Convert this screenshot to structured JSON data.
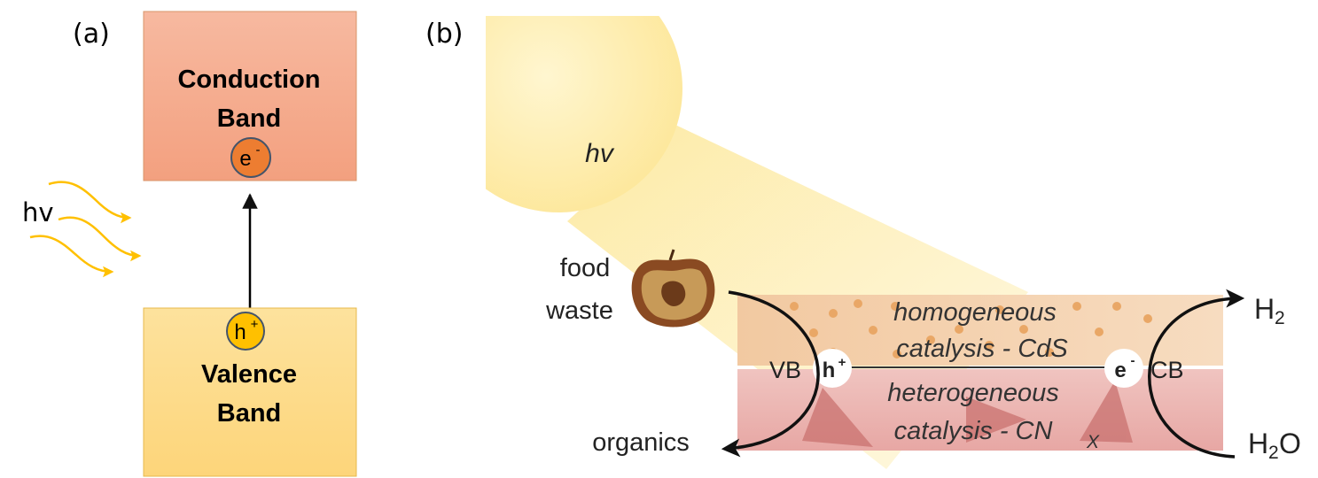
{
  "panel_a": {
    "label": "(a)",
    "conduction_band": {
      "line1": "Conduction",
      "line2": "Band"
    },
    "valence_band": {
      "line1": "Valence",
      "line2": "Band"
    },
    "electron": {
      "base": "e",
      "sup": "-"
    },
    "hole": {
      "base": "h",
      "sup": "+"
    },
    "photon_label": "hv"
  },
  "panel_b": {
    "label": "(b)",
    "sun_label": "hv",
    "food_waste": {
      "line1": "food",
      "line2": "waste"
    },
    "organics": "organics",
    "h2": {
      "base": "H",
      "sub": "2"
    },
    "h2o": {
      "base": "H",
      "sub": "2",
      "tail": "O"
    },
    "vb": "VB",
    "cb": "CB",
    "hole": {
      "base": "h",
      "sup": "+"
    },
    "electron": {
      "base": "e",
      "sup": "-"
    },
    "homogeneous": {
      "line1": "homogeneous",
      "line2": "catalysis - CdS"
    },
    "heterogeneous": {
      "line1": "heterogeneous",
      "line2_base": "catalysis - CN",
      "line2_sub": "X"
    }
  },
  "colors": {
    "conduction_band": "#f4a585",
    "valence_band": "#fddb8a",
    "electron_fill": "#ed7d31",
    "hole_fill": "#ffc000",
    "photon_arrows": "#ffc000",
    "homogeneous_band": "#f5d0a9",
    "heterogeneous_band": "#e8a9a9",
    "sun": "#fde9a0"
  }
}
